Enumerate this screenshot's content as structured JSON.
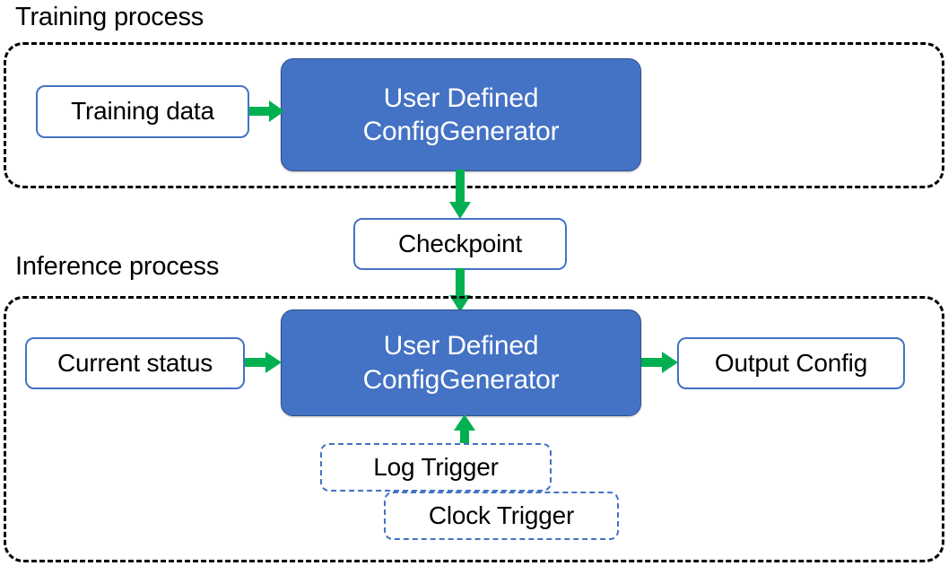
{
  "diagram": {
    "title_training": "Training process",
    "title_inference": "Inference process",
    "colors": {
      "process_border": "#000000",
      "node_border": "#4472C4",
      "node_fill": "#4472C4",
      "node_fill_border": "#2F528F",
      "arrow": "#00B050",
      "text": "#000000",
      "text_on_fill": "#FFFFFF",
      "background": "#FFFFFF"
    },
    "training_process": {
      "label": "Training process",
      "nodes": {
        "training_data": "Training data",
        "generator": "User Defined ConfigGenerator",
        "generator_line1": "User Defined",
        "generator_line2": "ConfigGenerator"
      }
    },
    "checkpoint": {
      "label": "Checkpoint"
    },
    "inference_process": {
      "label": "Inference process",
      "nodes": {
        "current_status": "Current status",
        "generator": "User Defined ConfigGenerator",
        "generator_line1": "User Defined",
        "generator_line2": "ConfigGenerator",
        "output_config": "Output Config",
        "log_trigger": "Log Trigger",
        "clock_trigger": "Clock Trigger"
      }
    },
    "arrows": [
      {
        "name": "training-data-to-generator",
        "from": "Training data",
        "to": "User Defined ConfigGenerator",
        "direction": "right"
      },
      {
        "name": "generator-to-checkpoint",
        "from": "User Defined ConfigGenerator",
        "to": "Checkpoint",
        "direction": "down"
      },
      {
        "name": "checkpoint-to-generator",
        "from": "Checkpoint",
        "to": "User Defined ConfigGenerator",
        "direction": "down"
      },
      {
        "name": "current-status-to-generator",
        "from": "Current status",
        "to": "User Defined ConfigGenerator",
        "direction": "right"
      },
      {
        "name": "generator-to-output-config",
        "from": "User Defined ConfigGenerator",
        "to": "Output Config",
        "direction": "right"
      },
      {
        "name": "triggers-to-generator",
        "from": "Log Trigger",
        "to": "User Defined ConfigGenerator",
        "direction": "up"
      }
    ]
  }
}
